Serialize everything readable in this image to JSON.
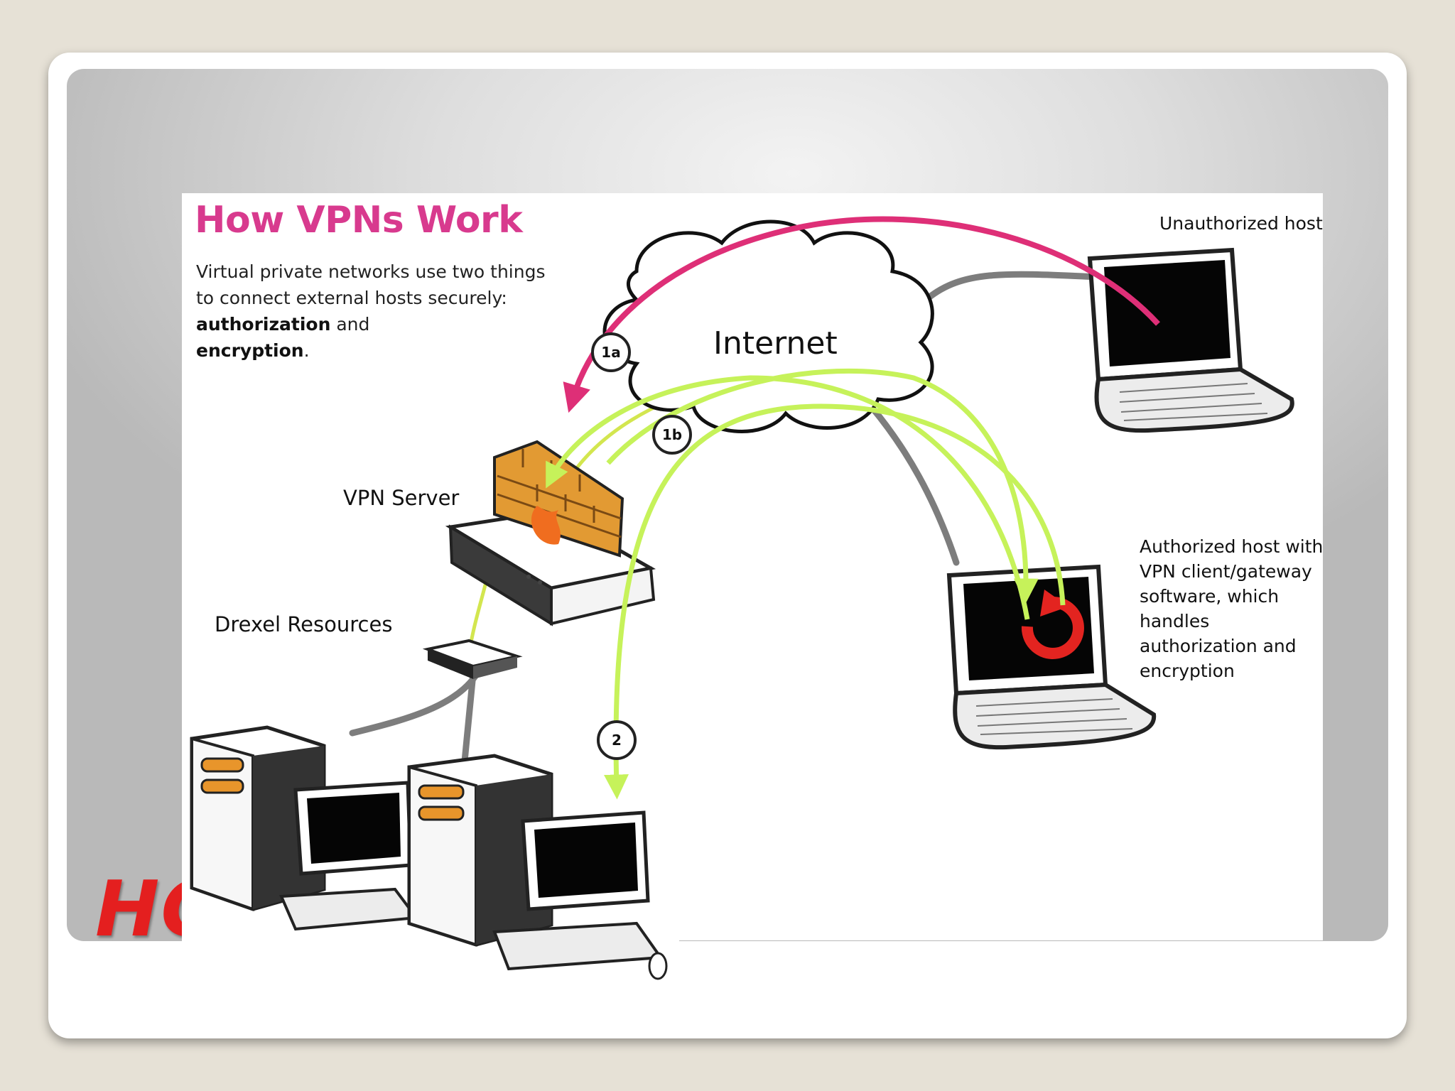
{
  "slide": {
    "title_fragment": "HC"
  },
  "diagram": {
    "heading": "How VPNs Work",
    "intro": {
      "line1": "Virtual private networks use two things",
      "line2": "to connect external hosts securely:",
      "bold1": "authorization",
      "and": " and",
      "bold2": "encryption",
      "period": "."
    },
    "labels": {
      "internet": "Internet",
      "vpn_server": "VPN Server",
      "drexel_resources": "Drexel Resources",
      "unauthorized_host": "Unauthorized host",
      "authorized_host": "Authorized host with VPN client/gateway software, which handles authorization and encryption"
    },
    "steps": {
      "s1a": "1a",
      "s1b": "1b",
      "s2": "2"
    },
    "colors": {
      "unauthorized_path": "#de2f77",
      "authorized_path": "#c6f25a",
      "heading": "#d83a8e",
      "slide_title": "#e41f1f"
    }
  }
}
